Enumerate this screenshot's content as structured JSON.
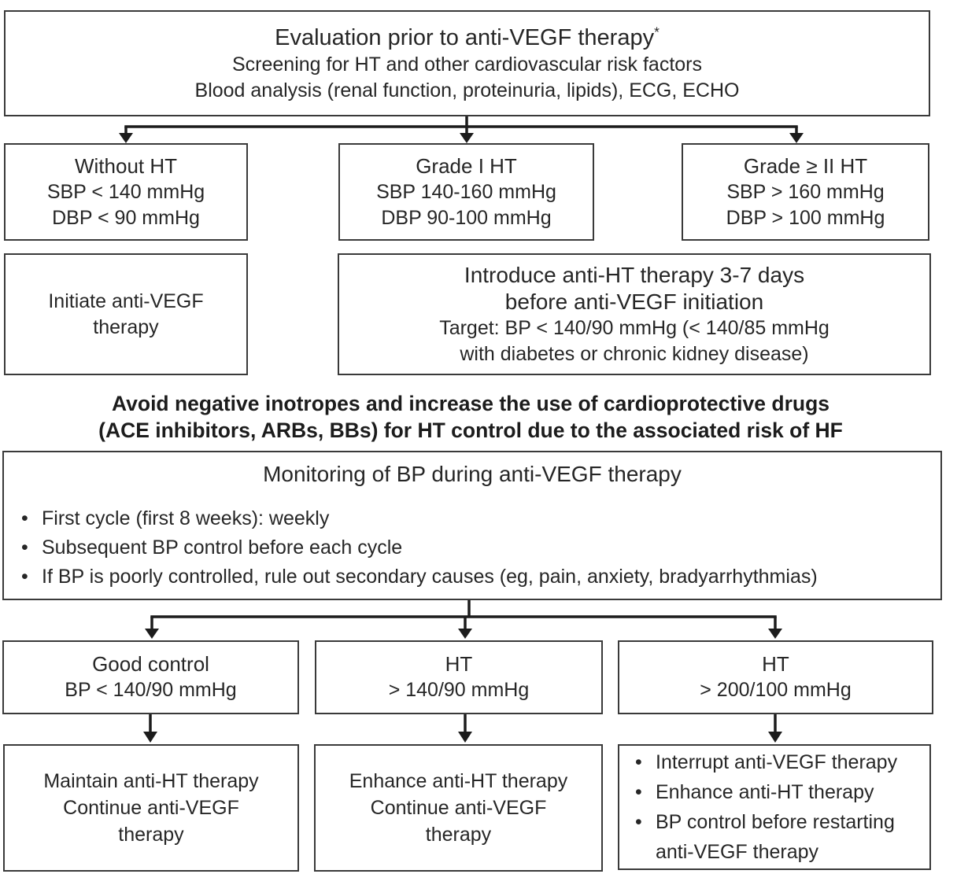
{
  "palette": {
    "border": "#3a3a3a",
    "arrow": "#1c1c1c",
    "text": "#262626",
    "background": "#ffffff"
  },
  "evaluation_box": {
    "title": "Evaluation prior to anti-VEGF therapy",
    "superscript": "*",
    "line2": "Screening for HT and other cardiovascular risk factors",
    "line3": "Blood analysis (renal function, proteinuria, lipids), ECG, ECHO"
  },
  "ht_grade_boxes": [
    {
      "title": "Without HT",
      "line2": "SBP < 140 mmHg",
      "line3": "DBP < 90 mmHg"
    },
    {
      "title": "Grade I HT",
      "line2": "SBP 140-160 mmHg",
      "line3": "DBP 90-100 mmHg"
    },
    {
      "title": "Grade ≥ II HT",
      "line2": "SBP > 160 mmHg",
      "line3": "DBP > 100 mmHg"
    }
  ],
  "action_boxes": {
    "initiate": {
      "line1": "Initiate anti-VEGF",
      "line2": "therapy"
    },
    "introduce": {
      "title1": "Introduce anti-HT therapy 3-7 days",
      "title2": "before anti-VEGF initiation",
      "detail1": "Target: BP < 140/90 mmHg (< 140/85 mmHg",
      "detail2": "with diabetes or chronic kidney disease)"
    }
  },
  "warning": {
    "line1": "Avoid negative inotropes and increase the use of cardioprotective drugs",
    "line2": "(ACE inhibitors, ARBs, BBs) for HT control due to the associated risk of HF"
  },
  "monitoring_box": {
    "title": "Monitoring of BP during anti-VEGF therapy",
    "bullets": [
      "First cycle (first 8 weeks): weekly",
      "Subsequent BP control before each cycle",
      "If BP is poorly controlled, rule out secondary causes (eg, pain, anxiety, bradyarrhythmias)"
    ]
  },
  "bp_status_boxes": [
    {
      "title": "Good control",
      "line2": "BP < 140/90 mmHg"
    },
    {
      "title": "HT",
      "line2": "> 140/90 mmHg"
    },
    {
      "title": "HT",
      "line2": "> 200/100 mmHg"
    }
  ],
  "outcome_boxes": [
    {
      "line1": "Maintain anti-HT therapy",
      "line2": "Continue anti-VEGF",
      "line3": "therapy"
    },
    {
      "line1": "Enhance anti-HT therapy",
      "line2": "Continue anti-VEGF",
      "line3": "therapy"
    },
    {
      "bullets": [
        "Interrupt anti-VEGF therapy",
        "Enhance anti-HT therapy",
        "BP control before restarting anti-VEGF therapy"
      ]
    }
  ]
}
